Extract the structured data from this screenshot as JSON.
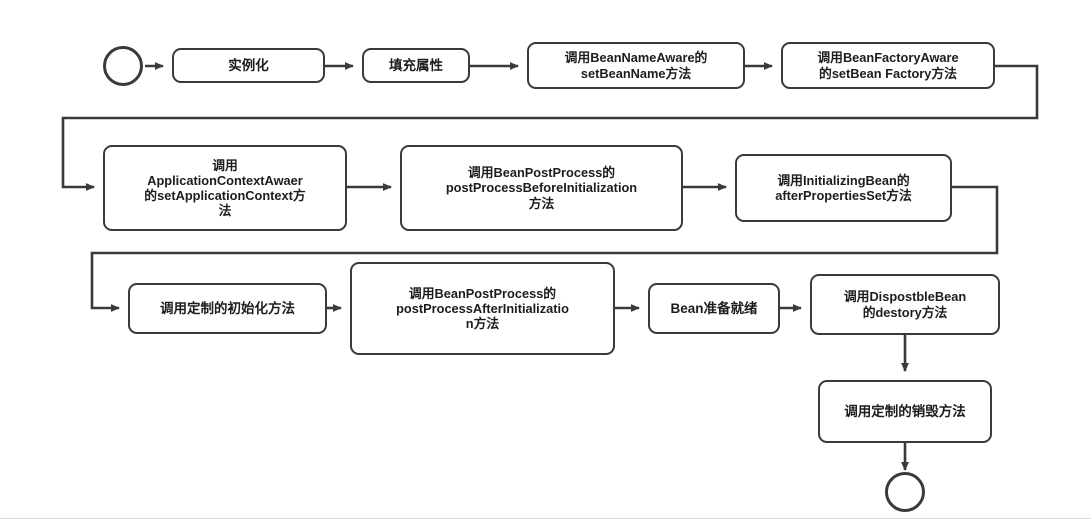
{
  "diagram": {
    "title": "Spring Bean Lifecycle Flowchart",
    "stroke_color": "#3a3a3a",
    "text_color": "#1d1d1d",
    "background": "#ffffff",
    "start_terminal": {
      "name": "start",
      "label": ""
    },
    "end_terminal": {
      "name": "end",
      "label": ""
    },
    "nodes": [
      {
        "id": "n1",
        "label": "实例化"
      },
      {
        "id": "n2",
        "label": "填充属性"
      },
      {
        "id": "n3",
        "label": "调用BeanNameAware的\nsetBeanName方法"
      },
      {
        "id": "n4",
        "label": "调用BeanFactoryAware\n的setBean Factory方法"
      },
      {
        "id": "n5",
        "label": "调用\nApplicationContextAwaer\n的setApplicationContext方\n法"
      },
      {
        "id": "n6",
        "label": "调用BeanPostProcess的\npostProcessBeforeInitialization\n方法"
      },
      {
        "id": "n7",
        "label": "调用InitializingBean的\nafterPropertiesSet方法"
      },
      {
        "id": "n8",
        "label": "调用定制的初始化方法"
      },
      {
        "id": "n9",
        "label": "调用BeanPostProcess的\npostProcessAfterInitializatio\nn方法"
      },
      {
        "id": "n10",
        "label": "Bean准备就绪"
      },
      {
        "id": "n11",
        "label": "调用DispostbleBean\n的destory方法"
      },
      {
        "id": "n12",
        "label": "调用定制的销毁方法"
      }
    ]
  }
}
